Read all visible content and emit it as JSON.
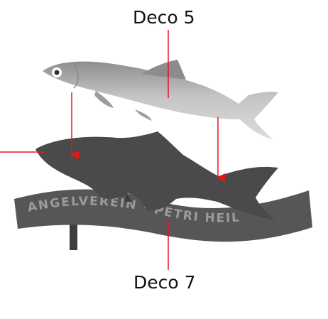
{
  "labels": {
    "top": "Deco 5",
    "bottom": "Deco 7"
  },
  "banner": {
    "text": "ANGELVEREIN · PETRI HEIL"
  },
  "colors": {
    "arrow": "#e8141c",
    "leader_line": "#e8141c",
    "silhouette": "#4a4a4a",
    "banner": "#555555",
    "fish_body": "#b9b9b9"
  },
  "icons": {
    "top_fish": "herring-illustration",
    "shadow_fish": "fish-silhouette",
    "banner": "ribbon-banner"
  }
}
